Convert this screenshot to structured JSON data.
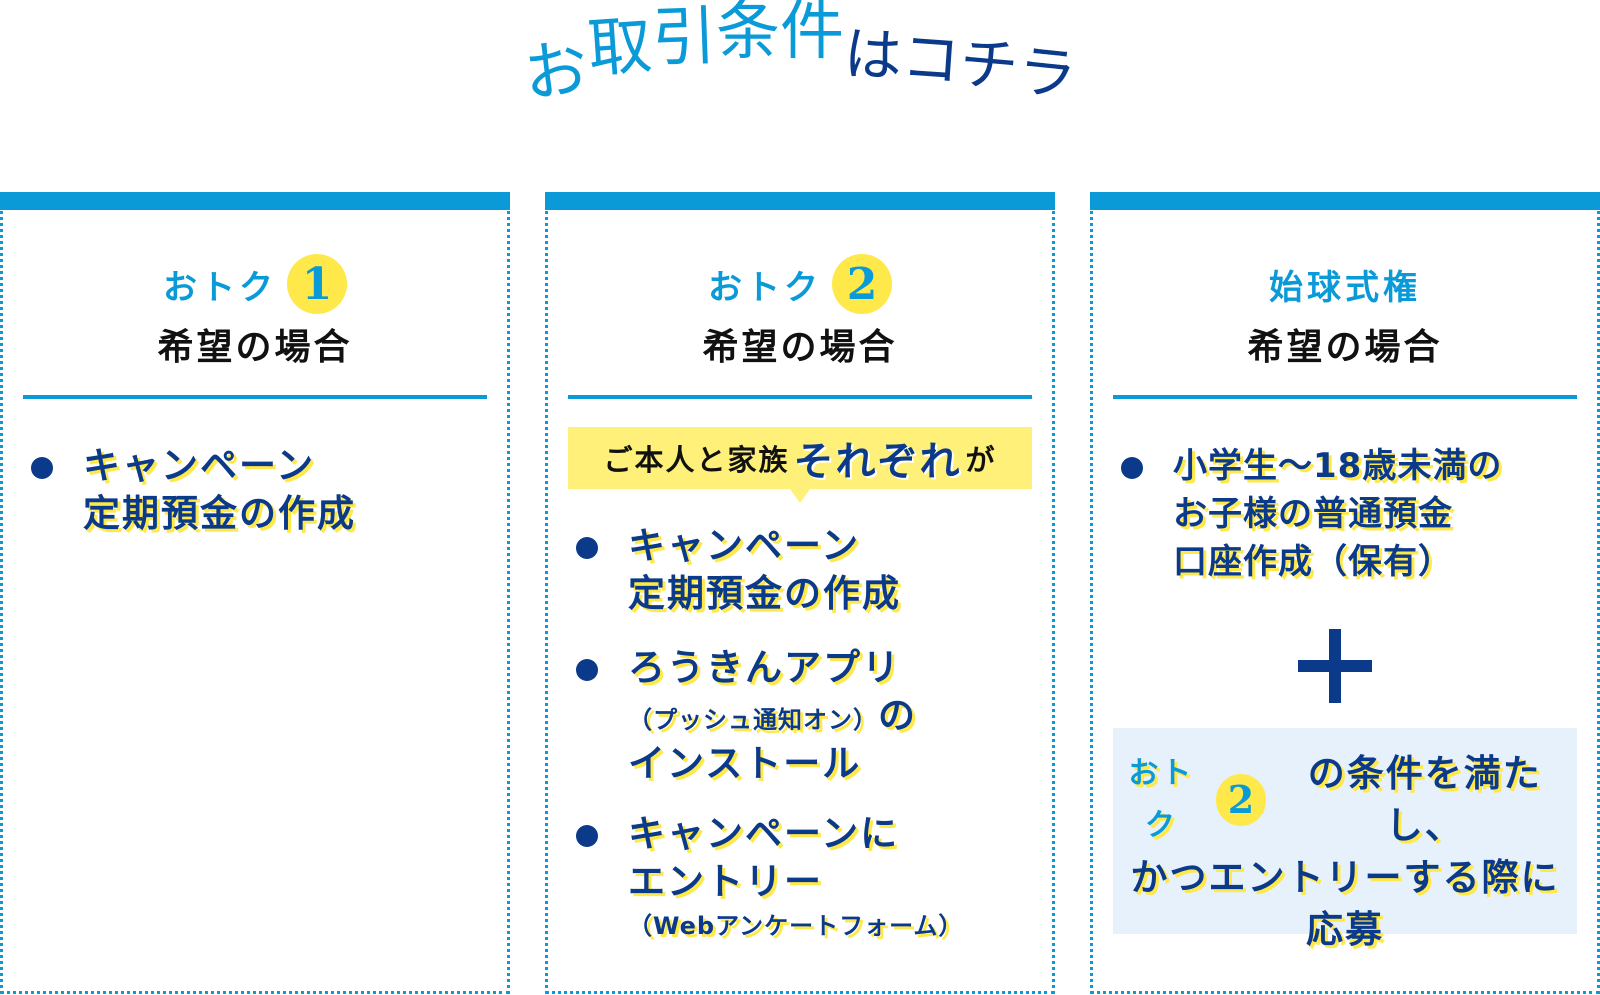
{
  "title": {
    "segments": [
      "お",
      "取",
      "引",
      "条件",
      "は",
      "コ",
      "チ",
      "ラ"
    ]
  },
  "columns": [
    {
      "label": "おトク",
      "number": "1",
      "subtitle": "希望の場合",
      "bullets": [
        {
          "lines": [
            "キャンペーン",
            "定期預金の作成"
          ]
        }
      ]
    },
    {
      "label": "おトク",
      "number": "2",
      "subtitle": "希望の場合",
      "callout": {
        "before": "ご本人と家族",
        "emphasis": "それぞれ",
        "after": "が"
      },
      "bullets": [
        {
          "lines": [
            "キャンペーン",
            "定期預金の作成"
          ]
        },
        {
          "line1": "ろうきんアプリ",
          "small": "（プッシュ通知オン）",
          "small_after": "の",
          "line3": "インストール"
        },
        {
          "line1": "キャンペーンに",
          "line2": "エントリー",
          "small": "（Webアンケートフォーム）"
        }
      ]
    },
    {
      "label": "始球式権",
      "subtitle": "希望の場合",
      "bullets": [
        {
          "lines": [
            "小学生～18歳未満の",
            "お子様の普通預金",
            "口座作成（保有）"
          ]
        }
      ],
      "note": {
        "label": "おトク",
        "number": "2",
        "line1_after": "の条件を満たし、",
        "line2": "かつエントリーする際に",
        "line3": "応募"
      }
    }
  ],
  "colors": {
    "accent_blue": "#0a9ad8",
    "navy": "#0b3a8a",
    "yellow": "#ffe84a",
    "note_bg": "#e6f1fb"
  },
  "icons": [
    "bullet-dot-icon",
    "plus-icon",
    "callout-tail-icon"
  ]
}
